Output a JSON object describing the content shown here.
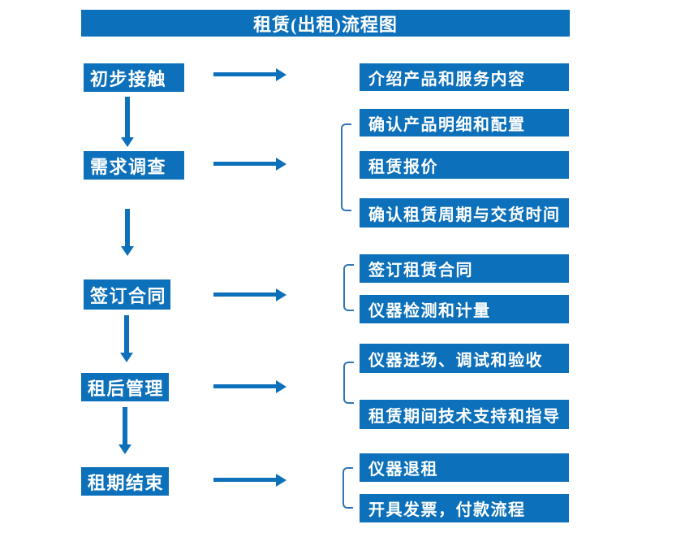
{
  "title": "租赁(出租)流程图",
  "colors": {
    "primary_blue": "#0d70ba",
    "bracket_blue": "#2e75b6",
    "box_text": "#ffffff",
    "background": "#ffffff"
  },
  "steps": [
    {
      "label": "初步接触",
      "details": [
        "介绍产品和服务内容"
      ]
    },
    {
      "label": "需求调查",
      "details": [
        "确认产品明细和配置",
        "租赁报价",
        "确认租赁周期与交货时间"
      ]
    },
    {
      "label": "签订合同",
      "details": [
        "签订租赁合同",
        "仪器检测和计量"
      ]
    },
    {
      "label": "租后管理",
      "details": [
        "仪器进场、调试和验收",
        "租赁期间技术支持和指导"
      ]
    },
    {
      "label": "租期结束",
      "details": [
        "仪器退租",
        "开具发票，付款流程"
      ]
    }
  ]
}
